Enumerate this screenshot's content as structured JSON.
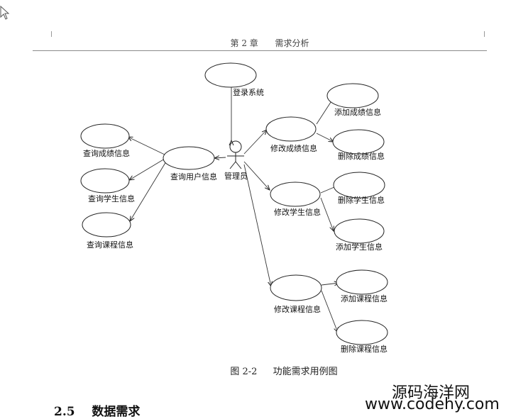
{
  "header": {
    "chapter": "第 2 章",
    "title": "需求分析"
  },
  "diagram": {
    "actor": "管理员",
    "nodes": {
      "login": "登录系统",
      "query_user": "查询用户信息",
      "query_grade": "查询成绩信息",
      "query_student": "查询学生信息",
      "query_course": "查询课程信息",
      "modify_grade": "修改成绩信息",
      "add_grade": "添加成绩信息",
      "delete_grade": "删除成绩信息",
      "modify_student": "修改学生信息",
      "delete_student": "删除学生信息",
      "add_student": "添加学生信息",
      "modify_course": "修改课程信息",
      "add_course": "添加课程信息",
      "delete_course": "删除课程信息"
    }
  },
  "caption": {
    "number": "图 2-2",
    "text": "功能需求用例图"
  },
  "section": {
    "number": "2.5",
    "title": "数据需求"
  },
  "watermark": {
    "line1": "源码海洋网",
    "line2": "www.codehy.com"
  }
}
